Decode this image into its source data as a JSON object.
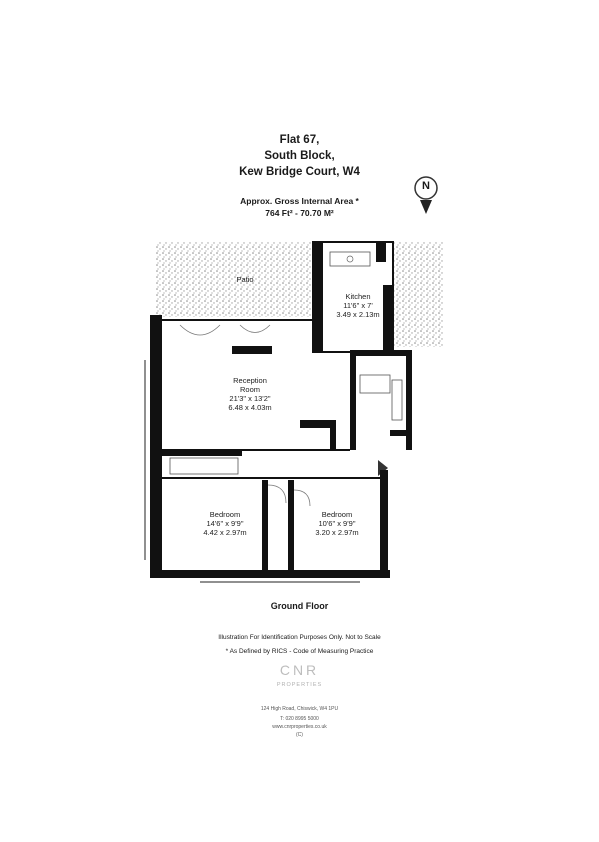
{
  "header": {
    "line1": "Flat 67,",
    "line2": "South Block,",
    "line3": "Kew Bridge Court, W4",
    "area_line1": "Approx. Gross Internal Area *",
    "area_line2": "764 Ft² - 70.70 M²"
  },
  "compass": {
    "letter": "N"
  },
  "rooms": {
    "terrace": {
      "name": "Patio"
    },
    "kitchen": {
      "name": "Kitchen",
      "imperial": "11'6\" x 7'",
      "metric": "3.49 x 2.13m"
    },
    "reception": {
      "name1": "Reception",
      "name2": "Room",
      "imperial": "21'3\" x 13'2\"",
      "metric": "6.48 x 4.03m"
    },
    "bedroom1": {
      "name": "Bedroom",
      "imperial": "14'6\" x 9'9\"",
      "metric": "4.42 x 2.97m"
    },
    "bedroom2": {
      "name": "Bedroom",
      "imperial": "10'6\" x 9'9\"",
      "metric": "3.20 x 2.97m"
    }
  },
  "floor": {
    "label": "Ground Floor"
  },
  "notes": {
    "line1": "Illustration For Identification Purposes Only. Not to Scale",
    "line2": "* As Defined by RICS - Code of Measuring Practice"
  },
  "branding": {
    "logo": "CNR",
    "subtitle": "PROPERTIES",
    "address": "124 High Road, Chiswick, W4 1PU",
    "phone": "T: 020 8995 5000",
    "website": "www.cnrproperties.co.uk",
    "ref": "(C)"
  }
}
